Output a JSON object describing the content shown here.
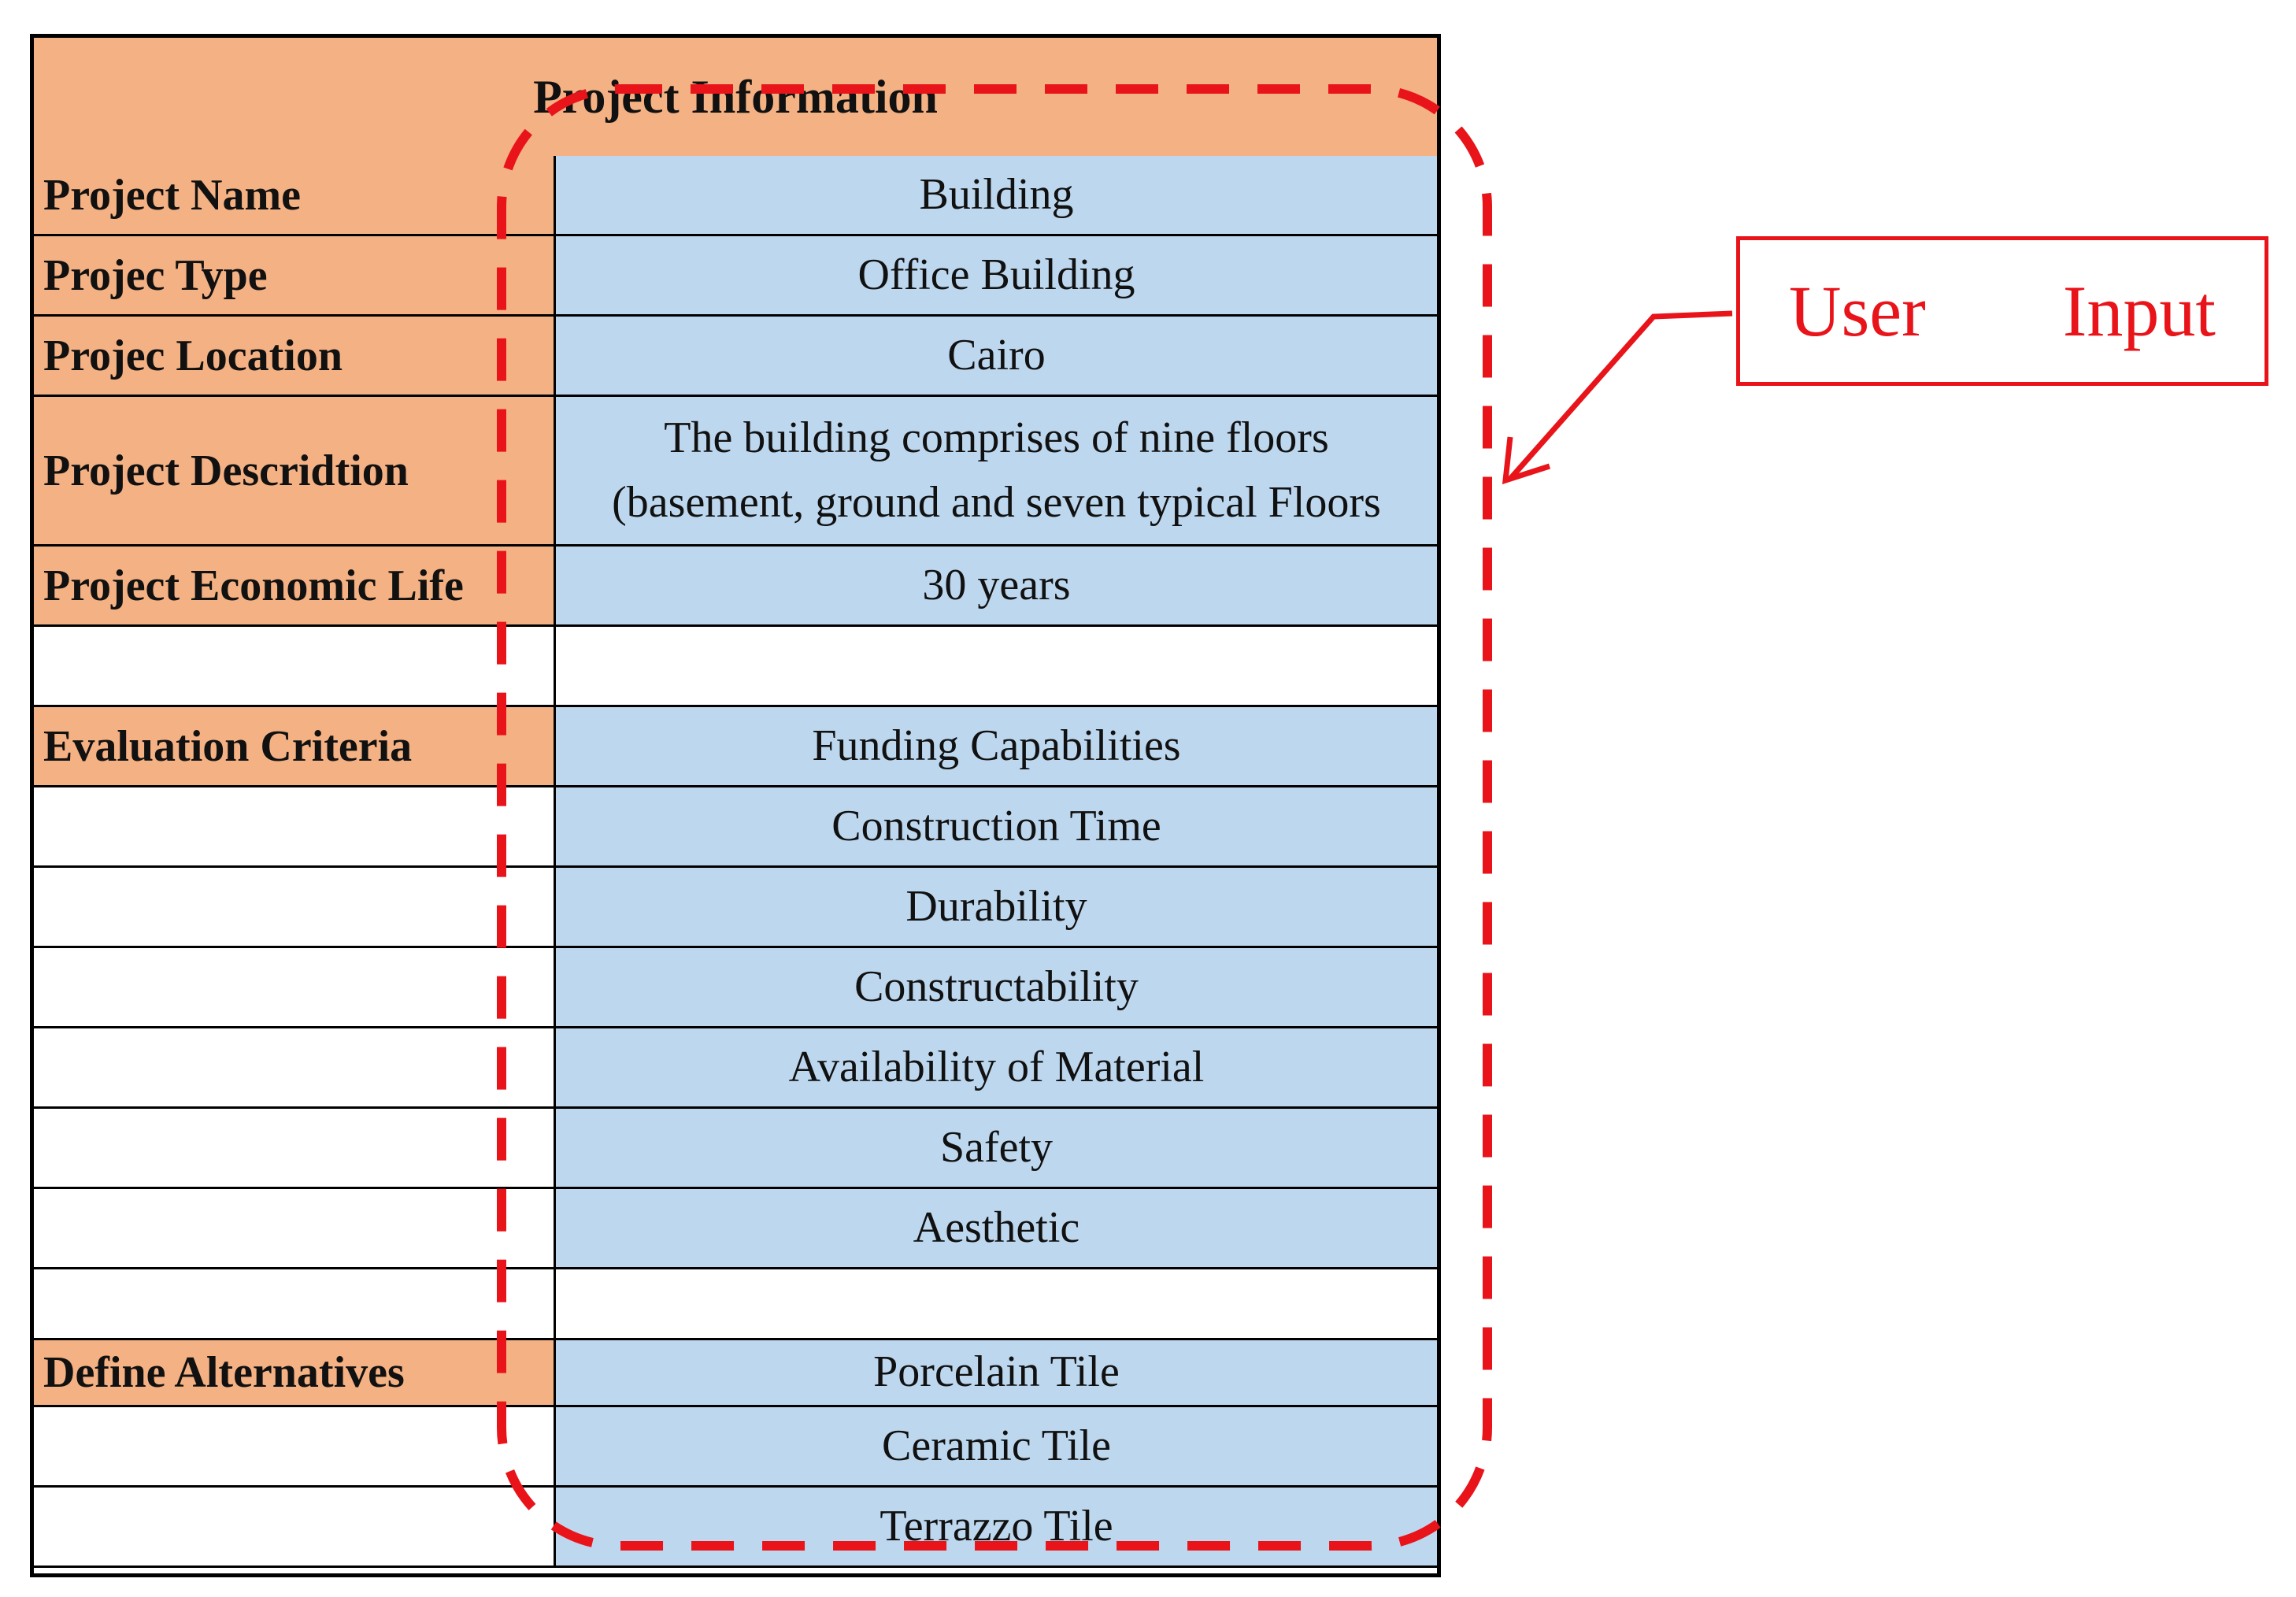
{
  "table": {
    "title": "Project Information",
    "rows": [
      {
        "label": "Project Name",
        "value": "Building"
      },
      {
        "label": "Projec Type",
        "value": "Office Building"
      },
      {
        "label": "Projec Location",
        "value": "Cairo"
      },
      {
        "label": "Project Descridtion",
        "value": "The building comprises of nine floors (basement, ground and seven typical Floors"
      },
      {
        "label": "Project Economic Life",
        "value": "30 years"
      },
      {
        "label": "",
        "value": ""
      },
      {
        "label": "Evaluation Criteria",
        "value": "Funding Capabilities"
      },
      {
        "label": "",
        "value": "Construction Time"
      },
      {
        "label": "",
        "value": "Durability"
      },
      {
        "label": "",
        "value": "Constructability"
      },
      {
        "label": "",
        "value": "Availability of Material"
      },
      {
        "label": "",
        "value": "Safety"
      },
      {
        "label": "",
        "value": "Aesthetic"
      },
      {
        "label": "",
        "value": ""
      },
      {
        "label": "Define Alternatives",
        "value": "Porcelain Tile"
      },
      {
        "label": "",
        "value": "Ceramic Tile"
      },
      {
        "label": "",
        "value": "Terrazzo Tile"
      }
    ]
  },
  "callout": {
    "word1": "User",
    "word2": "Input"
  },
  "colors": {
    "header_fill": "#F4B183",
    "input_fill": "#BDD7EE",
    "annotation": "#E8141A"
  }
}
